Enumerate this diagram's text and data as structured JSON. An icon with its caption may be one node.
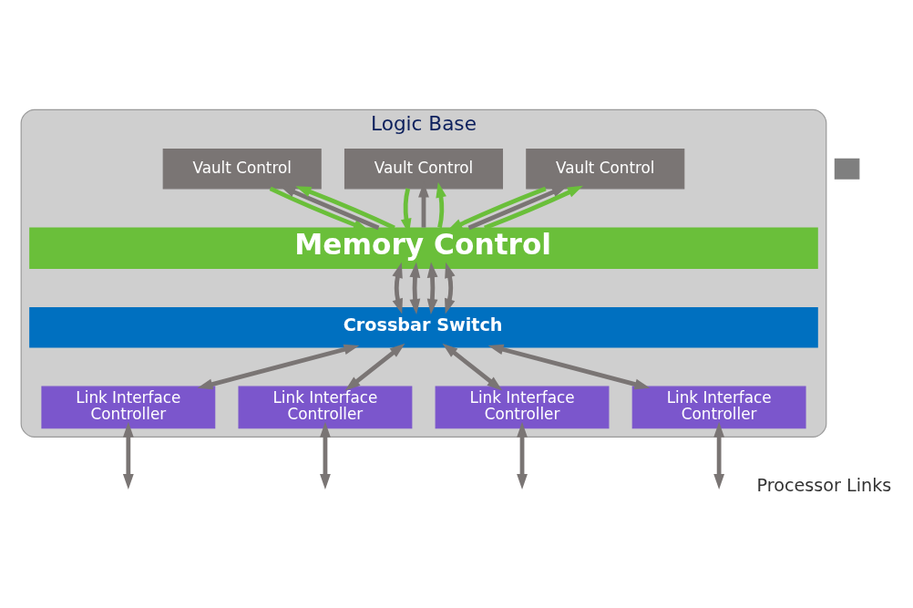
{
  "diagram": {
    "nodes": [
      {
        "text": [
          "Logic Base"
        ]
      },
      {
        "text": [
          "Vault Control"
        ],
        "in": 0
      },
      {
        "text": [
          "Vault Control"
        ],
        "in": 0
      },
      {
        "text": [
          "Vault Control"
        ],
        "in": 0
      },
      {
        "text": [
          "Memory Control"
        ],
        "in": 0
      },
      {
        "text": [
          "Crossbar Switch"
        ],
        "in": 0
      },
      {
        "text": [
          "Link Interface Controller"
        ],
        "in": 0
      },
      {
        "text": [
          "Link Interface Controller"
        ],
        "in": 0
      },
      {
        "text": [
          "Link Interface Controller"
        ],
        "in": 0
      },
      {
        "text": [
          "Link Interface Controller"
        ],
        "in": 0
      },
      {
        "text": [],
        "shape": "box"
      }
    ],
    "edges": [
      {
        "from": 4,
        "to": 1,
        "arrow": "to"
      },
      {
        "from": 4,
        "to": 1,
        "arrow": "to",
        "color": "#6abf3a"
      },
      {
        "from": 1,
        "to": 4,
        "arrow": "to",
        "color": "#6abf3a"
      },
      {
        "from": 4,
        "to": 2,
        "arrow": "to"
      },
      {
        "from": 4,
        "to": 2,
        "arrow": "to",
        "color": "#6abf3a"
      },
      {
        "from": 2,
        "to": 4,
        "arrow": "to",
        "color": "#6abf3a"
      },
      {
        "from": 4,
        "to": 3,
        "arrow": "to"
      },
      {
        "from": 4,
        "to": 3,
        "arrow": "to",
        "color": "#6abf3a"
      },
      {
        "from": 3,
        "to": 4,
        "arrow": "to",
        "color": "#6abf3a"
      },
      {
        "from": 4,
        "to": 5,
        "arrow": "both"
      },
      {
        "from": 4,
        "to": 5,
        "arrow": "both"
      },
      {
        "from": 4,
        "to": 5,
        "arrow": "both"
      },
      {
        "from": 4,
        "to": 5,
        "arrow": "both"
      },
      {
        "from": 5,
        "to": 6,
        "arrow": "both"
      },
      {
        "from": 5,
        "to": 7,
        "arrow": "both"
      },
      {
        "from": 5,
        "to": 8,
        "arrow": "both"
      },
      {
        "from": 5,
        "to": 9,
        "arrow": "both"
      },
      {
        "from": 6,
        "to": null,
        "arrow": "both"
      },
      {
        "from": 7,
        "to": null,
        "arrow": "both"
      },
      {
        "from": 8,
        "to": null,
        "arrow": "both"
      },
      {
        "from": 9,
        "to": null,
        "arrow": "both"
      }
    ],
    "labels": [
      "Processor Links"
    ]
  }
}
